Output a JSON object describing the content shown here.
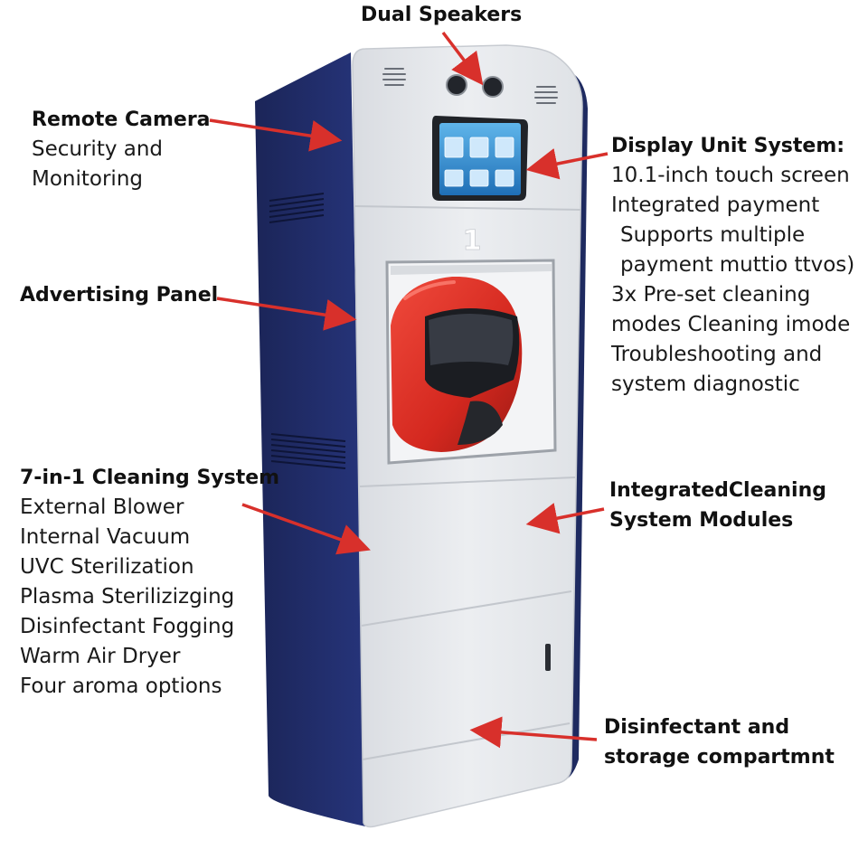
{
  "colors": {
    "cabinet_side": "#1e2a60",
    "cabinet_front": "#e7e9ec",
    "arrow": "#d8302b",
    "helmet": "#d4281f",
    "screen": "#2f8fd6"
  },
  "labels": {
    "dual_speakers": {
      "title": "Dual Speakers"
    },
    "remote_camera": {
      "title": "Remote Camera",
      "lines": [
        "Security and",
        "Monitoring"
      ]
    },
    "advertising_panel": {
      "title": "Advertising Panel"
    },
    "display_unit": {
      "title": "Display Unit System:",
      "lines": [
        "10.1-inch touch screen",
        "Integrated payment",
        "Supports multiple",
        "payment muttio ttvos)",
        "3x Pre-set cleaning",
        "modes Cleaning imode",
        "Troubleshooting and",
        "system diagnostic"
      ]
    },
    "cleaning_system": {
      "title": "7-in-1 Cleaning System",
      "lines": [
        "External Blower",
        "Internal Vacuum",
        "UVC Sterilization",
        "Plasma Sterilizizging",
        "Disinfectant Fogging",
        "Warm Air Dryer",
        "Four aroma options"
      ]
    },
    "integrated_modules": {
      "title_lines": [
        "IntegratedCleaning",
        "System Modules"
      ]
    },
    "storage": {
      "title_lines": [
        "Disinfectant and",
        "storage compartmnt"
      ]
    }
  },
  "device": {
    "bay_number": "1",
    "screen_icons": [
      "icon-1",
      "icon-2",
      "icon-3",
      "icon-4",
      "icon-5",
      "icon-6"
    ]
  }
}
